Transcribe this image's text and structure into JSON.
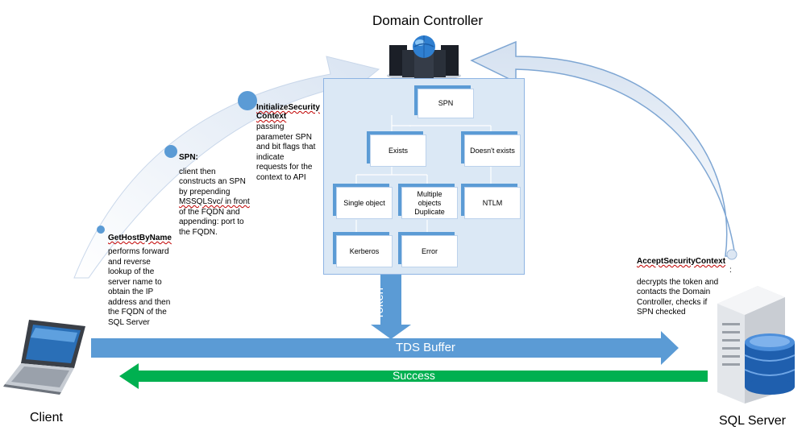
{
  "domain_controller": {
    "label": "Domain Controller"
  },
  "client": {
    "label": "Client"
  },
  "sql_server": {
    "label": "SQL Server"
  },
  "steps": {
    "gethostbyname": {
      "title": "GetHostByName",
      "desc": [
        "performs forward",
        "and reverse",
        "lookup of the",
        "server name to",
        "obtain the IP",
        "address and then",
        "the FQDN of the",
        "SQL Server"
      ]
    },
    "spn": {
      "title": "SPN:",
      "desc": [
        "client then",
        "constructs an SPN",
        "by prepending",
        "MSSQLSvc/ in front",
        "of the FQDN and",
        "appending: port to",
        "the FQDN."
      ]
    },
    "initialize": {
      "title_lines": [
        "InitializeSecurity",
        "Context"
      ],
      "desc": [
        "passing",
        "parameter SPN",
        "and bit flags that",
        "indicate",
        "requests for the",
        "context to API"
      ]
    },
    "accept": {
      "title": "AcceptSecurityContext",
      "colon": ":",
      "desc": [
        "decrypts the token and",
        "contacts the Domain",
        "Controller, checks if",
        "SPN checked"
      ]
    }
  },
  "tree": {
    "root": "SPN",
    "exists": "Exists",
    "doesnt_exists": "Doesn't exists",
    "single_object": "Single object",
    "multiple_lines": [
      "Multiple",
      "objects",
      "Duplicate"
    ],
    "ntlm": "NTLM",
    "kerberos": "Kerberos",
    "error": "Error"
  },
  "arrows": {
    "token": "Token",
    "tds_buffer": "TDS Buffer",
    "success": "Success"
  },
  "colors": {
    "tds_arrow": "#5b9bd5",
    "success_arrow": "#00b050",
    "curve_arrow": "#dde7f3",
    "node_accent": "#5b9bd5",
    "step_dot": "#5b9bd5"
  },
  "icons": [
    "server-cluster-icon",
    "laptop-icon",
    "database-server-icon"
  ]
}
